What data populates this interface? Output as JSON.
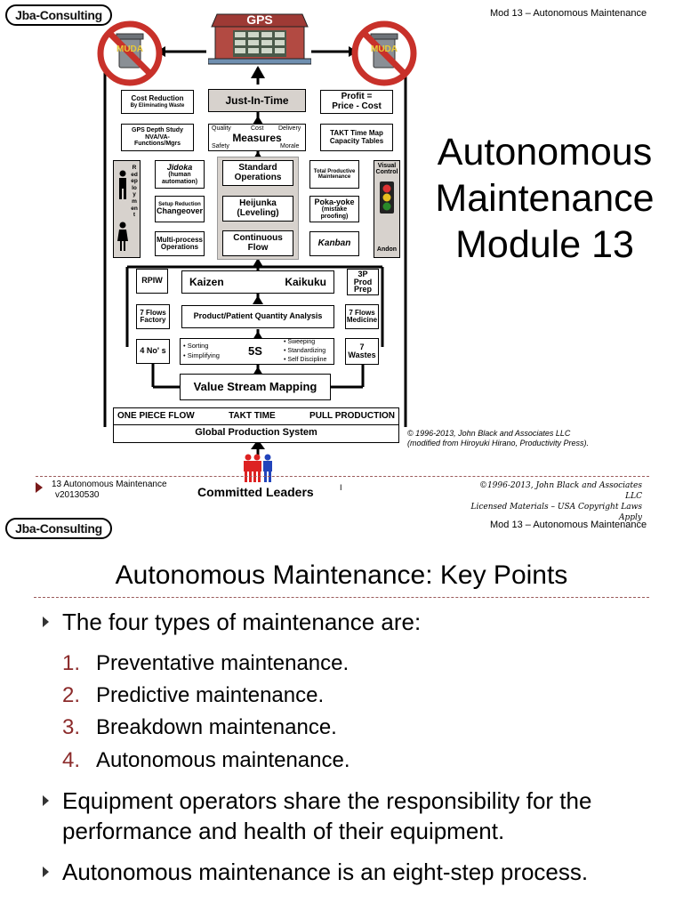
{
  "logo": {
    "text": "Jba-Consulting"
  },
  "slide1": {
    "module_label": "Mod 13 – Autonomous Maintenance",
    "title_lines": [
      "Autonomous",
      "Maintenance",
      "Module 13"
    ],
    "diagram": {
      "gps": "GPS",
      "muda": "MUDA",
      "just_in_time": "Just-In-Time",
      "cost_reduction": "Cost Reduction",
      "cost_reduction_sub": "By Eliminating Waste",
      "profit_line1": "Profit =",
      "profit_line2": "Price - Cost",
      "gps_depth": [
        "GPS Depth Study",
        "NVA/VA-",
        "Functions/Mgrs"
      ],
      "measures": "Measures",
      "measures_quality": "Quality",
      "measures_cost": "Cost",
      "measures_delivery": "Delivery",
      "measures_safety": "Safety",
      "measures_morale": "Morale",
      "takt_map": "TAKT Time Map",
      "capacity": "Capacity Tables",
      "redeployment": "Redeployment",
      "jidoka": "Jidoka",
      "jidoka_sub": "(human automation)",
      "standard_ops": "Standard Operations",
      "tpm": "Total Productive Maintenance",
      "visual_control": "Visual Control",
      "setup_reduction": "Setup Reduction",
      "changeover": "Changeover",
      "heijunka": "Heijunka",
      "leveling": "(Leveling)",
      "pokayoke": "Poka-yoke",
      "pokayoke_sub": "(mistake proofing)",
      "multiprocess": "Multi-process Operations",
      "continuous_flow": "Continuous Flow",
      "kanban": "Kanban",
      "andon": "Andon",
      "rpiw": "RPIW",
      "kaizen": "Kaizen",
      "kaikuku": "Kaikuku",
      "prod_prep": [
        "3P",
        "Prod",
        "Prep"
      ],
      "flows_factory": [
        "7 Flows",
        "Factory"
      ],
      "ppqa": "Product/Patient Quantity Analysis",
      "flows_medicine": [
        "7 Flows",
        "Medicine"
      ],
      "four_nos": "4 No' s",
      "sorting": "• Sorting",
      "simplifying": "• Simplifying",
      "five_s": "5S",
      "sweeping": "• Sweeping",
      "standardizing": "• Standardizing",
      "self_discipline": "• Self Discipline",
      "seven_wastes": [
        "7",
        "Wastes"
      ],
      "vsm": "Value Stream Mapping",
      "one_piece_flow": "ONE PIECE FLOW",
      "takt_time": "TAKT TIME",
      "pull_production": "PULL PRODUCTION",
      "global_production": "Global Production System",
      "copyright_1": "© 1996-2013, John Black and Associates LLC",
      "copyright_2": "(modified from Hiroyuki Hirano, Productivity Press).",
      "committed_leaders": "Committed Leaders"
    },
    "footer": {
      "left_line1": "13 Autonomous Maintenance",
      "left_line2": "v20130530",
      "separator": "I",
      "right_line1": "©1996-2013, John Black and Associates LLC",
      "right_line2": "Licensed Materials – USA Copyright Laws Apply"
    }
  },
  "slide2": {
    "module_label": "Mod 13 – Autonomous Maintenance",
    "title": "Autonomous Maintenance: Key Points",
    "bullet1": "The four types of maintenance are:",
    "list": [
      {
        "num": "1.",
        "text": "Preventative maintenance."
      },
      {
        "num": "2.",
        "text": "Predictive maintenance."
      },
      {
        "num": "3.",
        "text": "Breakdown maintenance."
      },
      {
        "num": "4.",
        "text": "Autonomous maintenance."
      }
    ],
    "bullet2_line1": "Equipment operators share the responsibility for the",
    "bullet2_line2": "performance and health of their equipment.",
    "bullet3": "Autonomous maintenance is an eight-step process."
  },
  "colors": {
    "accent_dark_red": "#8b2a2a",
    "muda_red": "#c8312a",
    "shade": "#d7d2cd"
  }
}
